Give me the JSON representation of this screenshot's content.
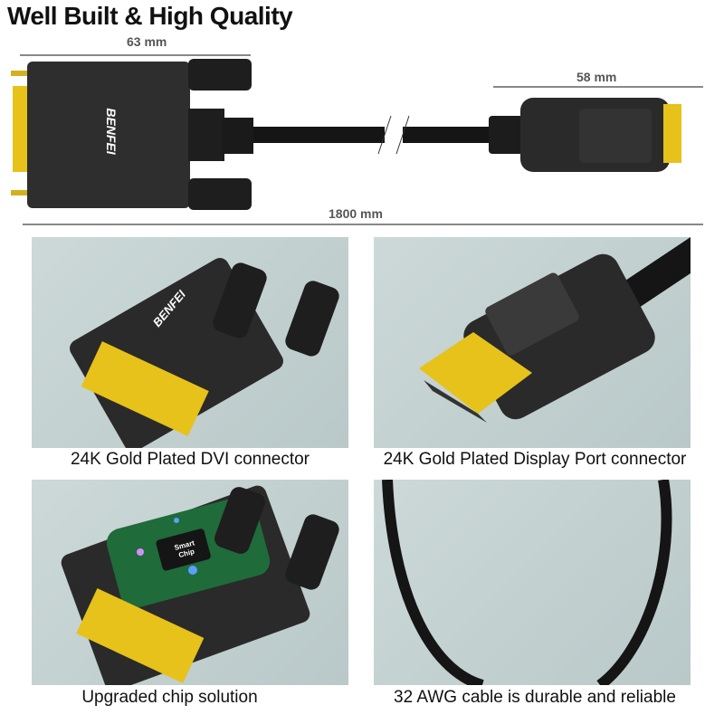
{
  "header": {
    "title": "Well Built & High Quality"
  },
  "dimensions": {
    "dvi_length": "63 mm",
    "dp_length": "58 mm",
    "cable_length": "1800 mm"
  },
  "brand": "BENFEI",
  "panels": [
    {
      "caption": "24K Gold Plated DVI connector"
    },
    {
      "caption": "24K Gold Plated Display Port connector"
    },
    {
      "caption": "Upgraded chip solution",
      "chip_label": "Smart Chip"
    },
    {
      "caption": "32 AWG cable is durable and reliable"
    }
  ],
  "colors": {
    "gold": "#e6c21a",
    "connector": "#2b2b2b",
    "panel_bg": "#c4d1d1"
  }
}
